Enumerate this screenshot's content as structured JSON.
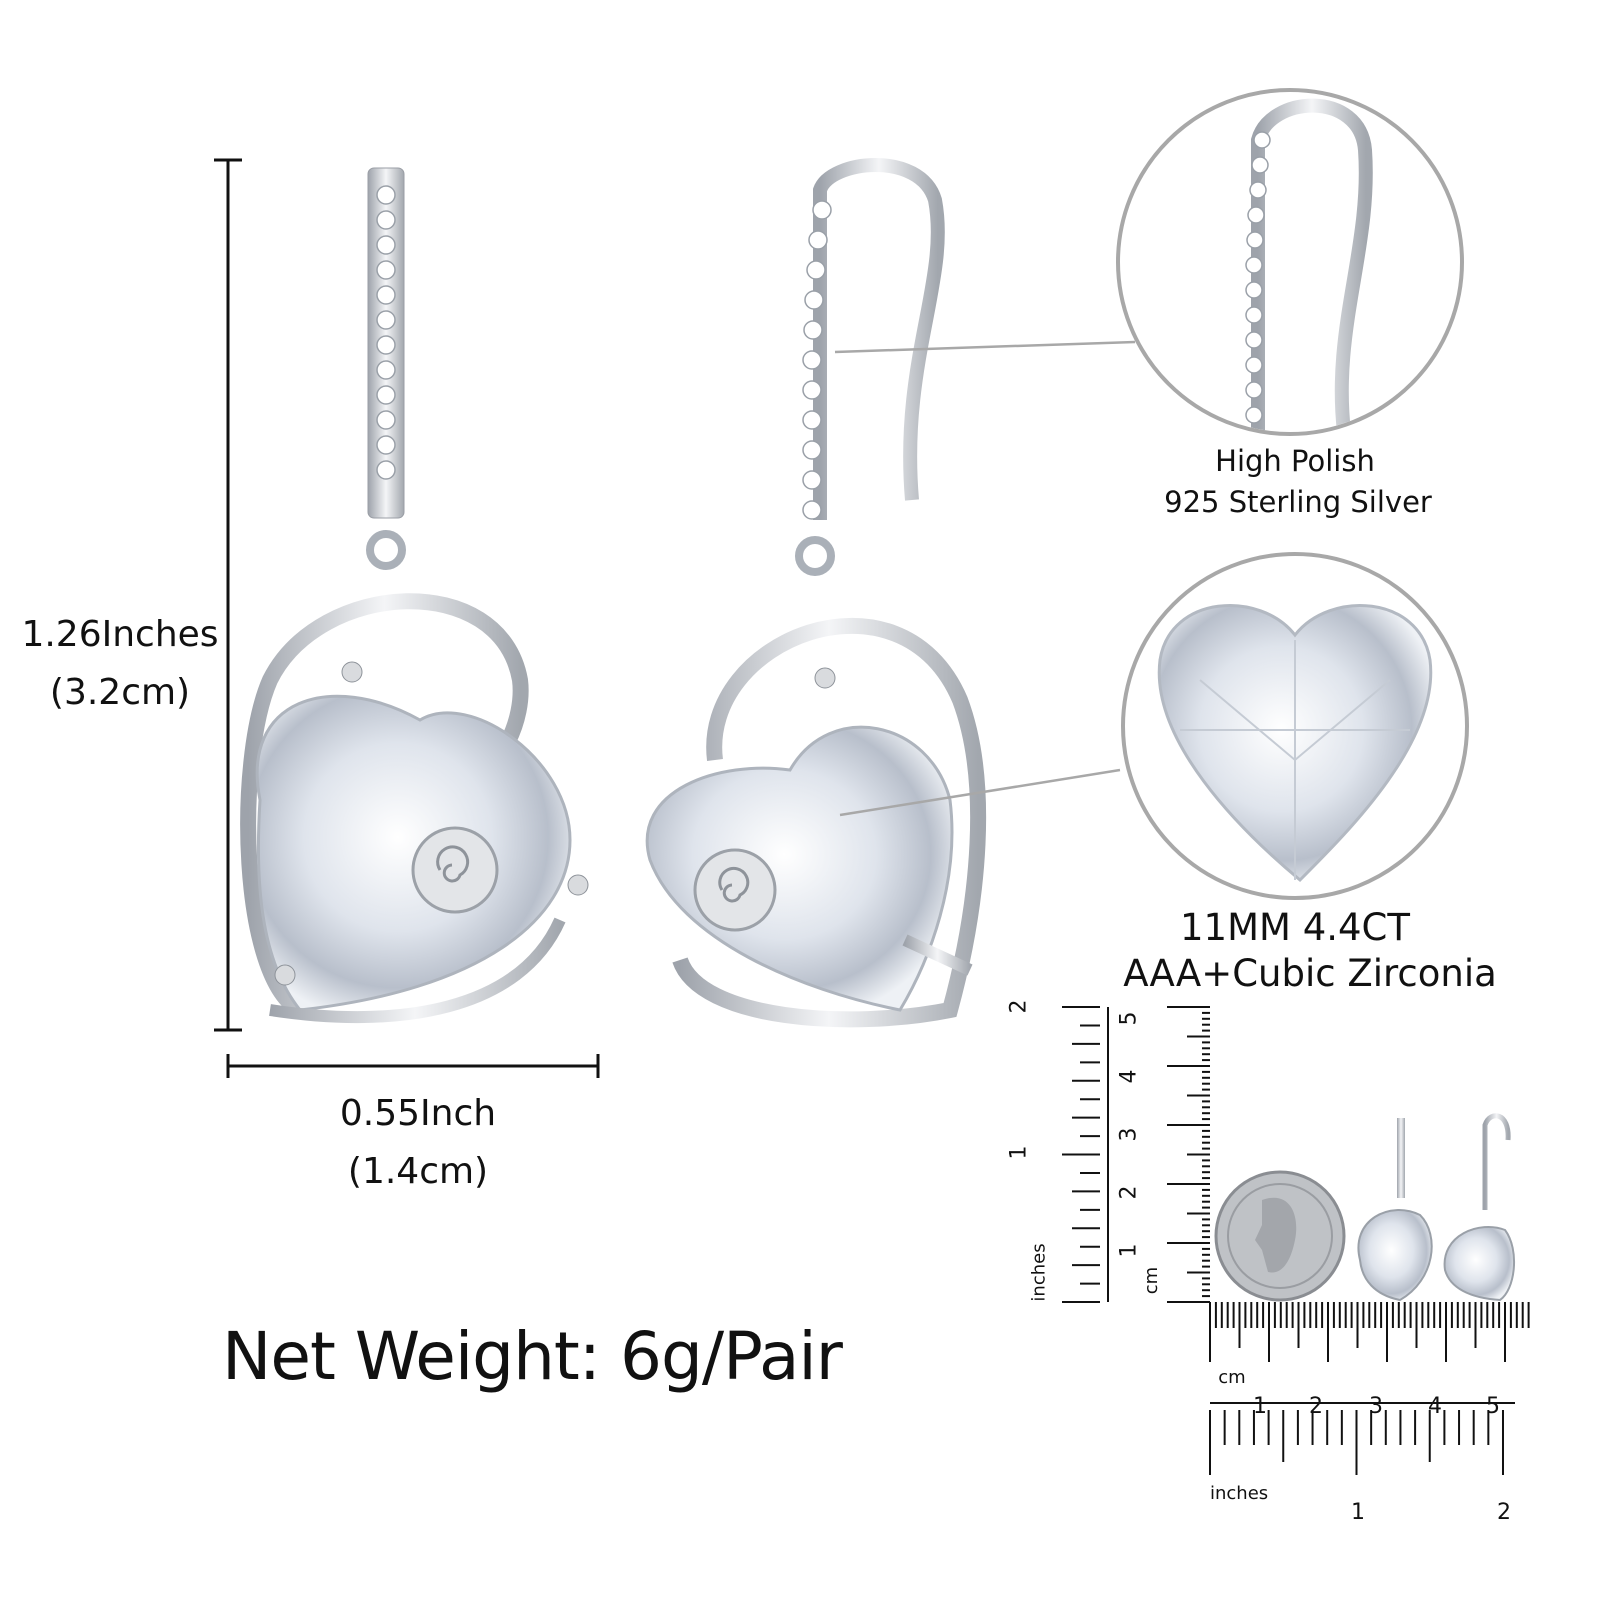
{
  "dimensions": {
    "height_inches": "1.26Inches",
    "height_cm": "(3.2cm)",
    "width_inches": "0.55Inch",
    "width_cm": "(1.4cm)"
  },
  "net_weight": "Net Weight: 6g/Pair",
  "callouts": {
    "hook": {
      "line1": "High Polish",
      "line2": "925 Sterling Silver"
    },
    "stone": {
      "line1": "11MM  4.4CT",
      "line2": "AAA+Cubic Zirconia"
    }
  },
  "scale_reference": {
    "vertical_inch_label": "inches",
    "vertical_inch_ticks": [
      "1",
      "2"
    ],
    "vertical_cm_label": "cm",
    "vertical_cm_ticks": [
      "1",
      "2",
      "3",
      "4",
      "5"
    ],
    "horizontal_cm_label": "cm",
    "horizontal_cm_ticks": [
      "1",
      "2",
      "3",
      "4",
      "5"
    ],
    "horizontal_inch_label": "inches",
    "horizontal_inch_ticks": [
      "1",
      "2"
    ],
    "coin": "quarter-dollar"
  },
  "colors": {
    "silver": "#c9ccd2",
    "text": "#111111",
    "callout_ring": "#a8a8a8"
  }
}
